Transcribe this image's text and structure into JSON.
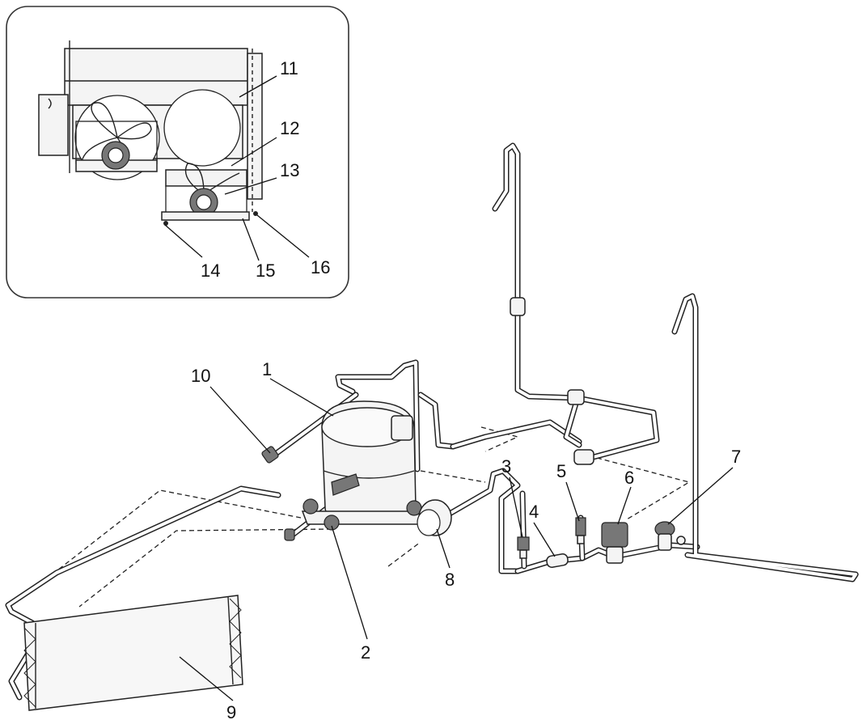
{
  "callouts": [
    {
      "id": "c1",
      "text": "1"
    },
    {
      "id": "c2",
      "text": "2"
    },
    {
      "id": "c3",
      "text": "3"
    },
    {
      "id": "c4",
      "text": "4"
    },
    {
      "id": "c5",
      "text": "5"
    },
    {
      "id": "c6",
      "text": "6"
    },
    {
      "id": "c7",
      "text": "7"
    },
    {
      "id": "c8",
      "text": "8"
    },
    {
      "id": "c9",
      "text": "9"
    },
    {
      "id": "c10",
      "text": "10"
    },
    {
      "id": "c11",
      "text": "11"
    },
    {
      "id": "c12",
      "text": "12"
    },
    {
      "id": "c13",
      "text": "13"
    },
    {
      "id": "c14",
      "text": "14"
    },
    {
      "id": "c15",
      "text": "15"
    },
    {
      "id": "c16",
      "text": "16"
    }
  ]
}
